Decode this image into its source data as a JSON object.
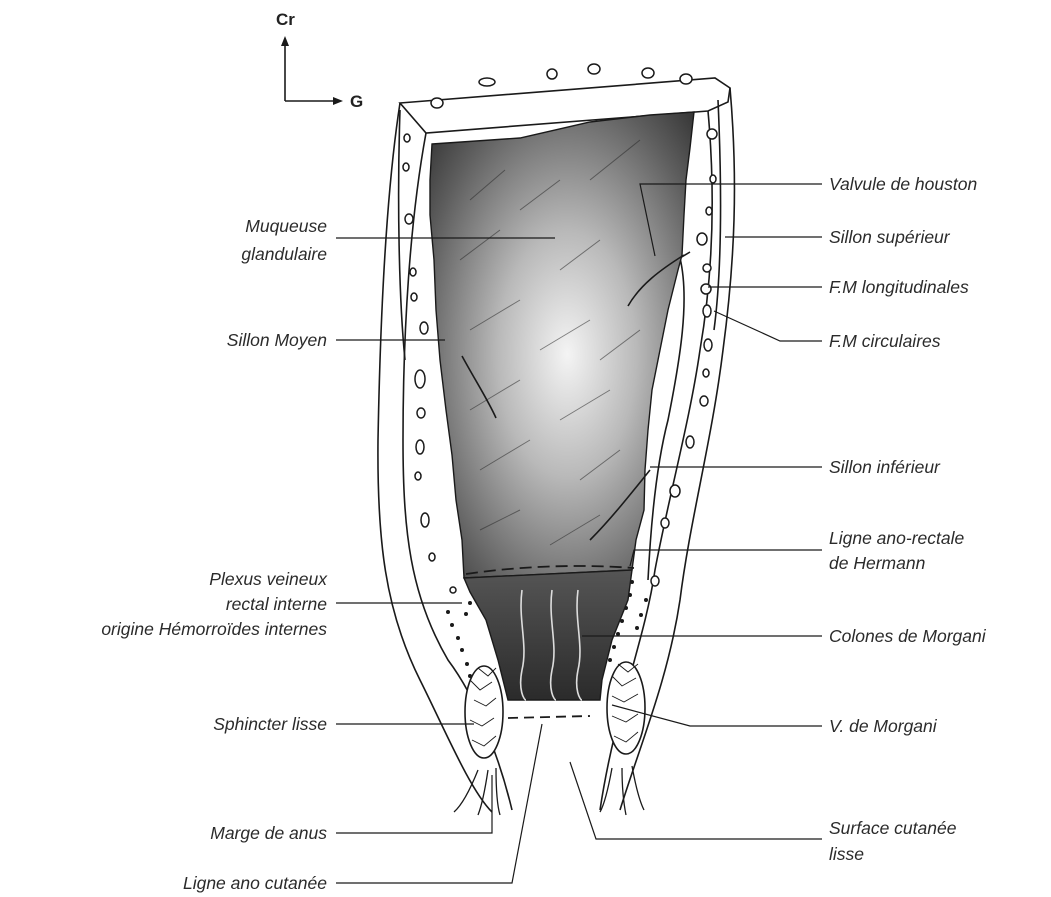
{
  "orientation": {
    "cranial": "Cr",
    "left": "G"
  },
  "labels_left": {
    "muqueuse": [
      "Muqueuse",
      "glandulaire"
    ],
    "sillon_moyen": "Sillon Moyen",
    "plexus": [
      "Plexus veineux",
      "rectal interne",
      "origine Hémorroïdes internes"
    ],
    "sphincter_lisse": "Sphincter lisse",
    "marge_anus": "Marge de anus",
    "ligne_ano_cutanee": "Ligne ano cutanée"
  },
  "labels_right": {
    "valvule_houston": "Valvule de houston",
    "sillon_superieur": "Sillon supérieur",
    "fm_longitudinales": "F.M longitudinales",
    "fm_circulaires": "F.M circulaires",
    "sillon_inferieur": "Sillon inférieur",
    "ligne_ano_rectale": [
      "Ligne ano-rectale",
      "de Hermann"
    ],
    "colones_morgani": "Colones de Morgani",
    "v_morgani": "V. de Morgani",
    "surface_cutanee": [
      "Surface cutanée",
      "lisse"
    ]
  }
}
